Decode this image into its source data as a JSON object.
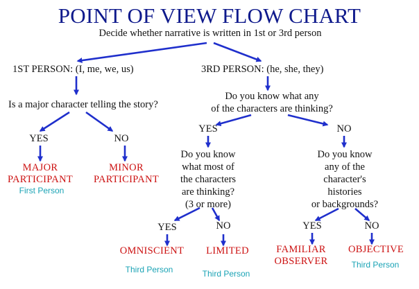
{
  "colors": {
    "title": "#0f1a8c",
    "arrow": "#1f2fcc",
    "result": "#cc1111",
    "person": "#1aa3b5",
    "text": "#111111"
  },
  "title": "POINT OF VIEW FLOW CHART",
  "subtitle": "Decide whether narrative is written in 1st or 3rd person",
  "first_person": {
    "label": "1ST PERSON: (I, me, we, us)",
    "question": "Is a major character telling the story?",
    "yes": "YES",
    "no": "NO",
    "major": [
      "MAJOR",
      "PARTICIPANT"
    ],
    "minor": [
      "MINOR",
      "PARTICIPANT"
    ],
    "person_note": "First Person"
  },
  "third_person": {
    "label": "3RD PERSON: (he, she, they)",
    "question": [
      "Do you know what any",
      "of the characters are thinking?"
    ],
    "yes": "YES",
    "no": "NO",
    "most_question": [
      "Do you know",
      "what most of",
      "the characters",
      "are thinking?",
      "(3 or more)"
    ],
    "histories_question": [
      "Do you know",
      "any of the",
      "character's",
      "histories",
      "or backgrounds?"
    ],
    "omni_yes": "YES",
    "omni_no": "NO",
    "hist_yes": "YES",
    "hist_no": "NO",
    "omniscient": "OMNISCIENT",
    "limited": "LIMITED",
    "familiar": [
      "FAMILIAR",
      "OBSERVER"
    ],
    "objective": "OBJECTIVE",
    "person_note_omniscient": "Third Person",
    "person_note_limited": "Third Person",
    "person_note_objective": "Third Person"
  }
}
